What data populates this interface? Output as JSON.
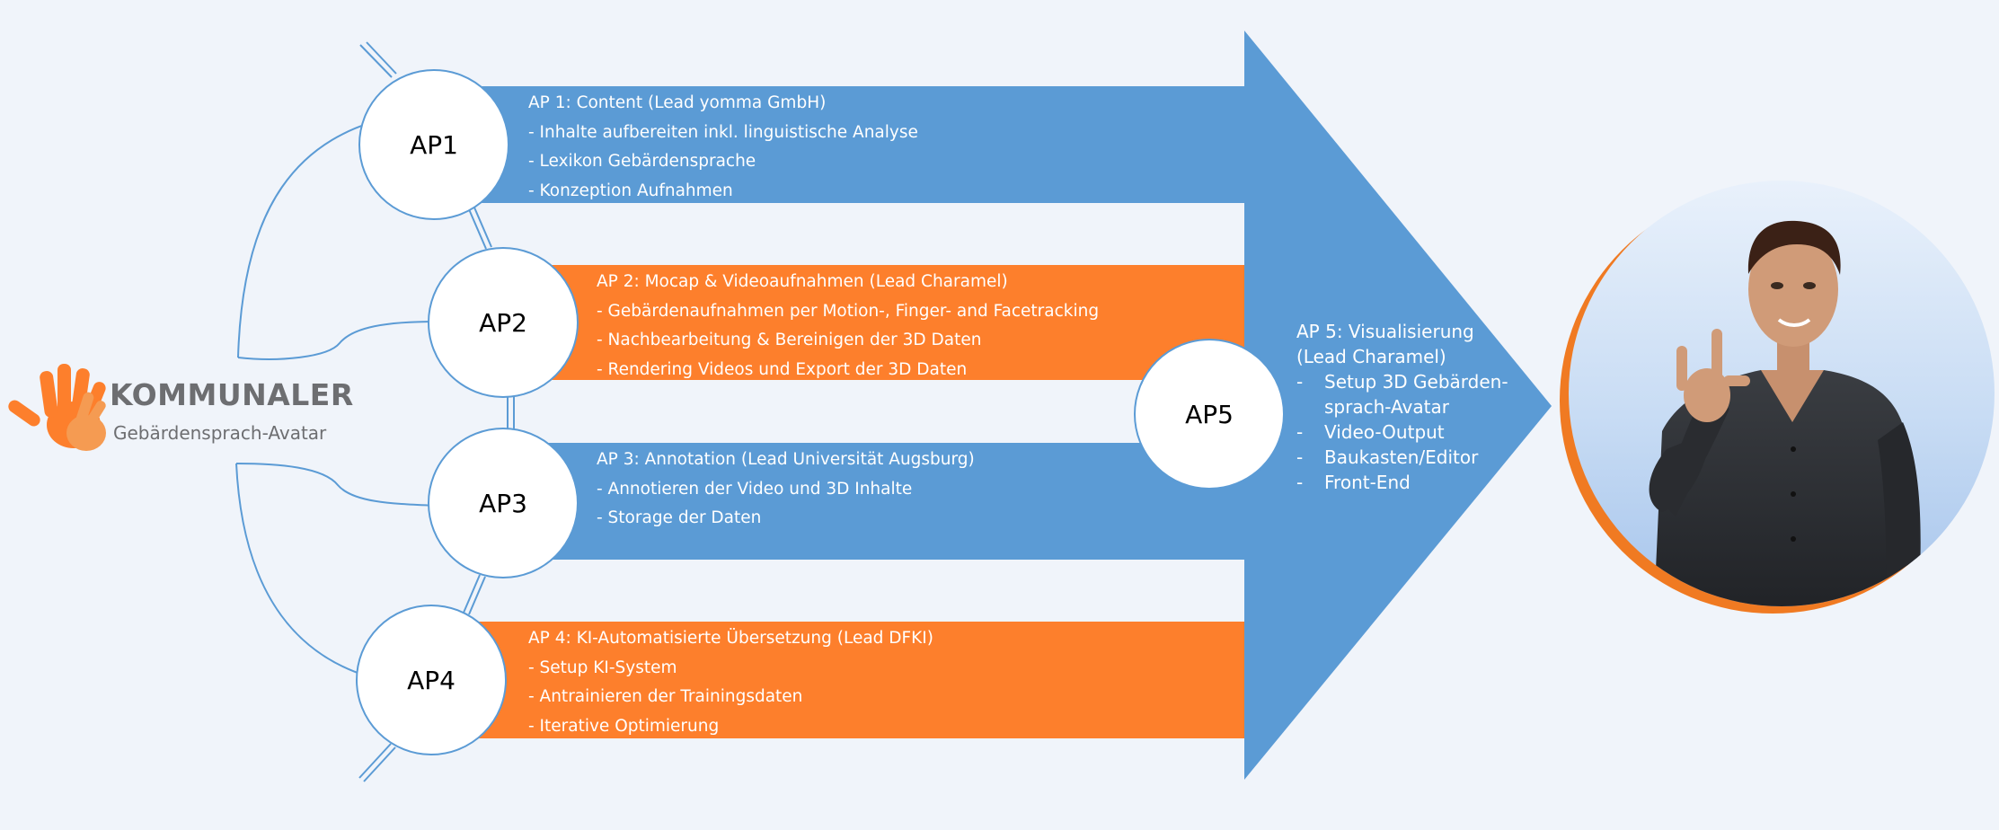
{
  "logo": {
    "title": "KOMMUNALER",
    "subtitle": "Gebärdensprach-Avatar"
  },
  "colors": {
    "blue": "#5b9bd5",
    "orange": "#fd7f2c",
    "background": "#f0f4fa",
    "text_on_band": "#ffffff"
  },
  "work_packages": [
    {
      "label": "AP1",
      "color": "blue",
      "heading": "AP 1: Content (Lead yomma GmbH)",
      "items": [
        "- Inhalte aufbereiten inkl. linguistische Analyse",
        "- Lexikon Gebärdensprache",
        "- Konzeption Aufnahmen"
      ]
    },
    {
      "label": "AP2",
      "color": "orange",
      "heading": "AP 2: Mocap & Videoaufnahmen (Lead Charamel)",
      "items": [
        "- Gebärdenaufnahmen per Motion-, Finger- and Facetracking",
        "- Nachbearbeitung & Bereinigen der 3D Daten",
        "- Rendering Videos und Export der 3D Daten"
      ]
    },
    {
      "label": "AP3",
      "color": "blue",
      "heading": "AP 3: Annotation (Lead Universität Augsburg)",
      "items": [
        "- Annotieren der Video und 3D Inhalte",
        "- Storage der Daten"
      ]
    },
    {
      "label": "AP4",
      "color": "orange",
      "heading": "AP 4: KI-Automatisierte Übersetzung (Lead DFKI)",
      "items": [
        "- Setup KI-System",
        "- Antrainieren der Trainingsdaten",
        "- Iterative Optimierung"
      ]
    }
  ],
  "ap5": {
    "label": "AP5",
    "heading_line1": "AP 5: Visualisierung",
    "heading_line2": "(Lead Charamel)",
    "items": [
      "Setup 3D Gebärden-sprach-Avatar",
      "Video-Output",
      "Baukasten/Editor",
      "Front-End"
    ],
    "dash": "-"
  },
  "avatar": {
    "icon": "avatar-signing-icon"
  }
}
